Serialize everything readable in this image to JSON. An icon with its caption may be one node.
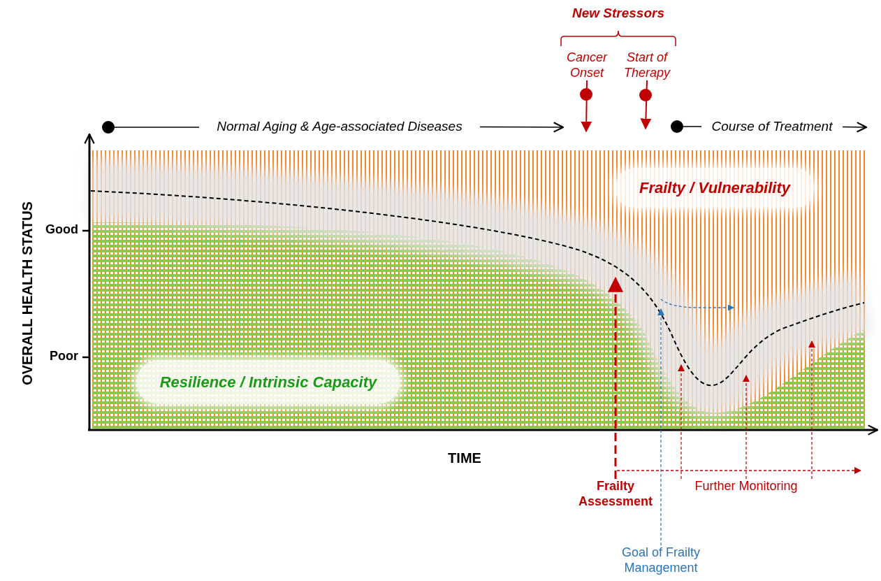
{
  "diagram": {
    "nodes": [
      {
        "text": [],
        "shape": "circle"
      },
      {
        "text": [
          "Normal Aging & Age-associated Diseases"
        ]
      },
      {
        "text": [
          "Cancer Onset"
        ]
      },
      {
        "text": [
          "Start of Therapy"
        ]
      },
      {
        "text": [],
        "shape": "circle"
      },
      {
        "text": [
          "Course of Treatment"
        ]
      },
      {
        "text": [
          "Frailty / Vulnerability"
        ]
      },
      {
        "text": [
          "Resilience / Intrinsic Capacity"
        ]
      },
      {
        "text": [
          "Frailty Assessment"
        ]
      },
      {
        "text": [
          "Goal of Frailty Management"
        ]
      },
      {
        "text": [
          "Further Monitoring"
        ]
      }
    ],
    "edges": [
      {
        "from": 0,
        "to": 1,
        "arrow": "none",
        "color": "#000000"
      },
      {
        "from": 1,
        "to": null,
        "arrow": "to",
        "color": "#000000"
      },
      {
        "from": 2,
        "to": null,
        "arrow": "to",
        "color": "#c00000"
      },
      {
        "from": 3,
        "to": null,
        "arrow": "to",
        "color": "#c00000"
      },
      {
        "from": 4,
        "to": 5,
        "arrow": "none",
        "color": "#000000"
      },
      {
        "from": 5,
        "to": null,
        "arrow": "to",
        "color": "#000000"
      },
      {
        "from": 8,
        "to": null,
        "arrow": "to",
        "style": "dashed",
        "color": "#c00000"
      },
      {
        "from": 8,
        "to": null,
        "arrow": "to",
        "style": "dashed",
        "color": "#c00000"
      },
      {
        "from": 9,
        "to": null,
        "arrow": "to",
        "style": "dashed",
        "color": "#2e75b6"
      },
      {
        "from": 10,
        "to": null,
        "arrow": "to",
        "style": "dashed",
        "color": "#c00000"
      },
      {
        "from": 10,
        "to": null,
        "arrow": "to",
        "style": "dashed",
        "color": "#c00000"
      },
      {
        "from": 10,
        "to": null,
        "arrow": "to",
        "style": "dashed",
        "color": "#c00000"
      }
    ],
    "labels": [
      "New Stressors",
      "OVERALL HEALTH STATUS",
      "Good",
      "Poor",
      "TIME"
    ]
  }
}
